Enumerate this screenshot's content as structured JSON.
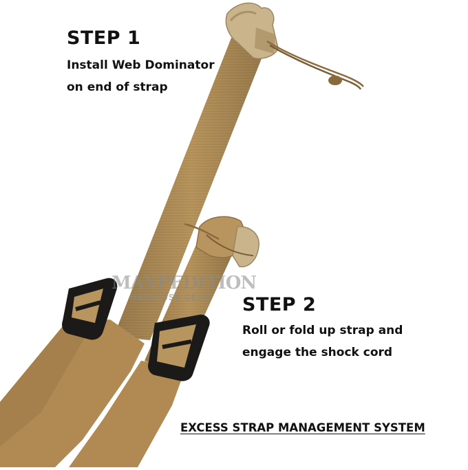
{
  "step1": {
    "title": "STEP 1",
    "line1": "Install Web Dominator",
    "line2": "on end of strap"
  },
  "step2": {
    "title": "STEP 2",
    "line1": "Roll or fold up strap and",
    "line2": "engage the shock cord"
  },
  "caption": "EXCESS STRAP MANAGEMENT SYSTEM",
  "watermark": {
    "brand": "MAXPEDITION",
    "tagline": "HARD-USE GEAR"
  },
  "colors": {
    "strap": "#b8955e",
    "strap_dark": "#8f6f40",
    "buckle": "#1c1a18",
    "clip": "#c9b48c",
    "text": "#111111"
  }
}
